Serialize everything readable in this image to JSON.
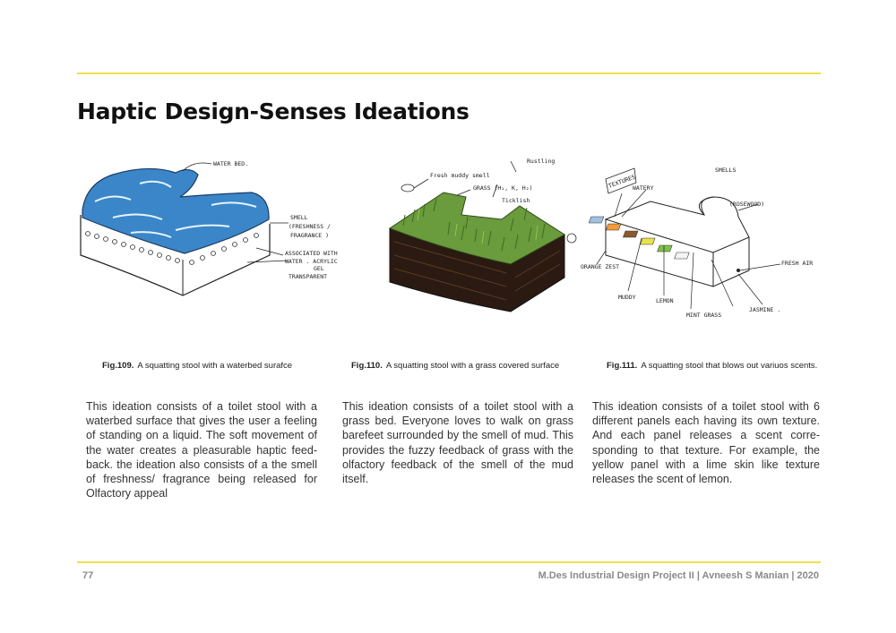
{
  "page": {
    "title": "Haptic Design-Senses Ideations",
    "page_number": "77",
    "footer": "M.Des Industrial Design Project II | Avneesh S Manian | 2020",
    "accent_color": "#f2e04a"
  },
  "figures": [
    {
      "number": "Fig.109.",
      "caption": "A squatting stool with a waterbed surafce",
      "annotations": [
        "WATER BED.",
        "SMELL",
        "(FRESHNESS /",
        "FRAGRANCE )",
        "ASSOCIATED WITH",
        "WATER . ACRYLIC",
        "GEL",
        "TRANSPARENT"
      ],
      "description": "This ideation consists of a toilet stool with a waterbed surface that gives the user a feeling of standing on a liquid. The soft movement of the water creates a pleasurable haptic feed-back. the ideation also consists of a the smell of freshness/ fragrance being released for Olfactory appeal"
    },
    {
      "number": "Fig.110.",
      "caption": "A squatting stool with a grass covered surface",
      "annotations": [
        "Fresh muddy smell",
        "GRASS (H₁, K, H₂)",
        "Rustling",
        "Ticklish"
      ],
      "description": "This ideation consists of a toilet stool with a grass bed. Everyone loves to walk on grass barefeet surrounded by the smell of mud. This provides the fuzzy feedback of grass with the olfactory feedback of the smell of the mud itself."
    },
    {
      "number": "Fig.111.",
      "caption": "A squatting stool that blows out variuos scents.",
      "annotations": [
        "TEXTURES",
        "WATERY",
        "SMELLS",
        "(ROSEWOOD)",
        "ORANGE ZEST",
        "MUDDY",
        "LEMON",
        "MINT GRASS",
        "JASMINE .",
        "FRESH AIR"
      ],
      "description": "This ideation consists of a toilet stool with 6 different panels each having its own texture. And each panel releases a scent corre-sponding to that texture. For example, the yellow panel with a lime skin like texture releases the scent of lemon."
    }
  ]
}
